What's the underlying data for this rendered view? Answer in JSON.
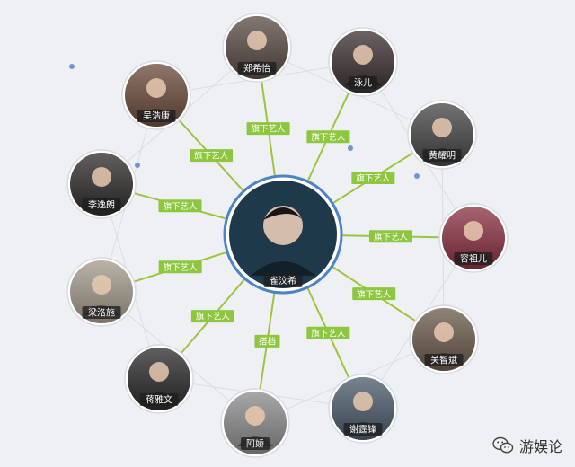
{
  "center": {
    "name": "雀汶希",
    "color": "#1e3a4a"
  },
  "nodes": [
    {
      "name": "郑希怡",
      "edge_label": "旗下艺人",
      "color": "#5a4a44"
    },
    {
      "name": "泳儿",
      "edge_label": "旗下艺人",
      "color": "#3b3030"
    },
    {
      "name": "黄耀明",
      "edge_label": "旗下艺人",
      "color": "#444446"
    },
    {
      "name": "容祖儿",
      "edge_label": "旗下艺人",
      "color": "#8a3040"
    },
    {
      "name": "关智斌",
      "edge_label": "旗下艺人",
      "color": "#6a5a4a"
    },
    {
      "name": "谢霆锋",
      "edge_label": "旗下艺人",
      "color": "#4a5a6a"
    },
    {
      "name": "阿娇",
      "edge_label": "搭档",
      "color": "#8a8a8a"
    },
    {
      "name": "蒋雅文",
      "edge_label": "旗下艺人",
      "color": "#2a2a2a"
    },
    {
      "name": "梁洛施",
      "edge_label": "旗下艺人",
      "color": "#a29a8a"
    },
    {
      "name": "李逸朗",
      "edge_label": "旗下艺人",
      "color": "#2e2a2a"
    },
    {
      "name": "吴浩康",
      "edge_label": "旗下艺人",
      "color": "#6a4a3a"
    }
  ],
  "colors": {
    "edge": "#9bc53d",
    "edge_label_bg": "#8dc63f",
    "node_ring": "#d6dbe2",
    "center_ring": "#4d82c4",
    "label_bg": "#1f1f1f",
    "dot": "#6f95d6"
  },
  "watermark": {
    "text": "游娱论",
    "icon": "wechat-icon"
  }
}
